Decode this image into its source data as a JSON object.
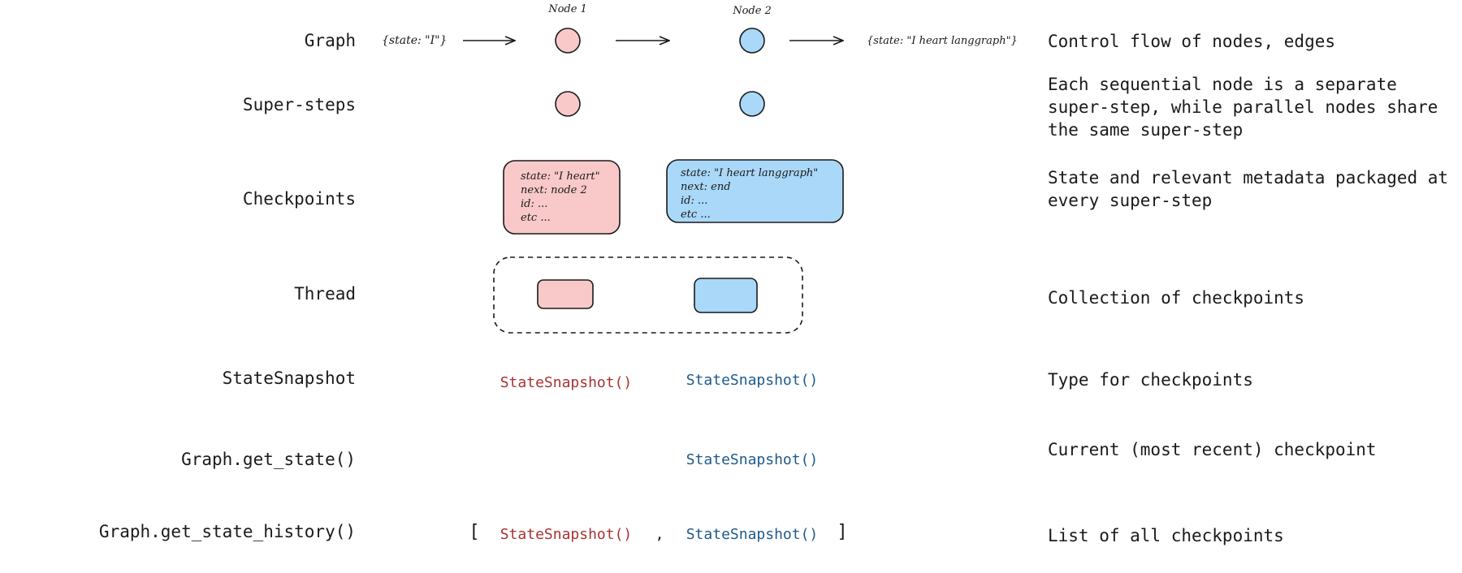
{
  "rows": [
    {
      "label": "Graph",
      "desc": "Control flow of nodes, edges"
    },
    {
      "label": "Super-steps",
      "desc": "Each sequential node is a separate super-step, while parallel nodes share the same super-step"
    },
    {
      "label": "Checkpoints",
      "desc": "State and relevant metadata packaged at every super-step"
    },
    {
      "label": "Thread",
      "desc": "Collection of checkpoints"
    },
    {
      "label": "StateSnapshot",
      "desc": "Type for checkpoints"
    },
    {
      "label": "Graph.get_state()",
      "desc": "Current (most recent) checkpoint"
    },
    {
      "label": "Graph.get_state_history()",
      "desc": "List of all checkpoints"
    }
  ],
  "graph": {
    "input": "{state: \"I\"}",
    "output": "{state: \"I heart langgraph\"}",
    "node1_label": "Node 1",
    "node2_label": "Node 2"
  },
  "checkpoints": {
    "node1": [
      "state: \"I heart\"",
      "next: node 2",
      "id: ...",
      "etc ..."
    ],
    "node2": [
      "state: \"I heart langgraph\"",
      "next: end",
      "id: ...",
      "etc ..."
    ]
  },
  "snapshot_label": "StateSnapshot()",
  "history": {
    "open": "[",
    "sep": ",",
    "close": "]"
  },
  "colors": {
    "node1_fill": "#f9c9c9",
    "node2_fill": "#a9d8f8",
    "node1_text": "#a83232",
    "node2_text": "#1e5a8c"
  }
}
